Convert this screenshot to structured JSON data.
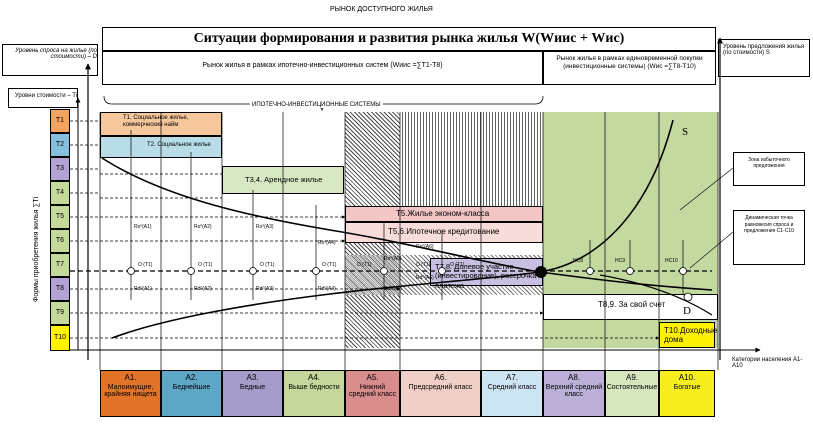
{
  "page_title": "РЫНОК ДОСТУПНОГО ЖИЛЬЯ",
  "main_title": "Ситуации формирования и развития рынка жилья W(Wиис + Wис)",
  "sub_left": "Рынок жилья в рамках ипотечно-инвестиционных систем (Wиис =∑T1-T8)",
  "sub_right": "Рынок жилья в рамках единовременной покупки (инвестиционные системы) (Wис =∑T8-T10)",
  "iis_label": "ИПОТЕЧНО-ИНВЕСТИЦИОННЫЕ СИСТЕМЫ",
  "left_axis": {
    "demand_label": "Уровень спроса на жилье (по стоимости) – D",
    "price_label": "Уровни стоимости – Ti",
    "forms_label": "Формы приобретения жилья ∑Ti"
  },
  "right_axis": {
    "supply_label": "Уровень предложения жилья (по стоимости) S",
    "excess_label": "Зона избыточного предложения",
    "equilibrium_label": "Динамическая точка равновесия спроса и предложения С1-С10"
  },
  "bottom_axis_label": "Категории населения А1-А10",
  "levels": [
    "T1",
    "T2",
    "T3",
    "T4",
    "T5",
    "T6",
    "T7",
    "T8",
    "T9",
    "T10"
  ],
  "segments": {
    "t1": "T1. Социальное жилье, коммерческий найм",
    "t2": "T2. Социальное жилье",
    "t34": "T3,4. Арендное жилье",
    "t5": "T5.Жилье эконом-класса",
    "t56": "T5,6.Ипотечное кредитование",
    "t78": "T7,8. Долевое участие (инвестирование), рассрочка платежа",
    "t89": "T8,9. За свой счет",
    "t10": "T10.Доходные дома"
  },
  "curve_labels": {
    "s": "S",
    "d": "D"
  },
  "markers": {
    "rs": [
      "Rs⁰(A1)",
      "Rs⁰(A2)",
      "Rs⁰(A3)",
      "Rs⁰(A4)",
      "Rs⁰(A5)",
      "Rs⁰(A6)"
    ],
    "rd": [
      "Rd⁰(A1)",
      "Rd⁰(A2)",
      "Rd⁰(A3)",
      "Rd⁰(A4)",
      "Rd⁰(A5)",
      "Rd⁰(A6)"
    ],
    "ot": [
      "O (T1)",
      "O (T1)",
      "O (T1)",
      "O (T1)",
      "O (T1)",
      "O (T1)",
      "O (T1)"
    ],
    "nc": [
      "НС8",
      "НС9",
      "НС10"
    ]
  },
  "categories": [
    {
      "code": "А1.",
      "label": "Малоимущие, крайняя нищета",
      "color": "#e2742a"
    },
    {
      "code": "А2.",
      "label": "Беднейшие",
      "color": "#5ea7c6"
    },
    {
      "code": "А3.",
      "label": "Бедные",
      "color": "#a79bc9"
    },
    {
      "code": "А4.",
      "label": "Выше бедности",
      "color": "#c5d79a"
    },
    {
      "code": "А5.",
      "label": "Нижний средний класс",
      "color": "#d98c8c"
    },
    {
      "code": "А6.",
      "label": "Предсредний класс",
      "color": "#f0cfc8"
    },
    {
      "code": "А7.",
      "label": "Средний класс",
      "color": "#cde4f2"
    },
    {
      "code": "А8.",
      "label": "Верхний средний класс",
      "color": "#bcb0d8"
    },
    {
      "code": "А9.",
      "label": "Состоятельные",
      "color": "#d6e6bd"
    },
    {
      "code": "А10.",
      "label": "Богатые",
      "color": "#f6ee1e"
    }
  ],
  "colors": {
    "t1": "#f7c79c",
    "t2": "#b9dce9",
    "t34": "#d8e8c2",
    "t5": "#f2c6c4",
    "t56": "#f7dcda",
    "t78": "#c8bfe1",
    "t89": "#ffffff",
    "t10": "#fff200",
    "green_zone": "#c3d9a0",
    "left_t1": "#f4a460",
    "left_t2": "#87c0dc",
    "left_t3": "#b2a3d4",
    "left_other": "#c5d99a",
    "left_t10": "#fff200"
  }
}
